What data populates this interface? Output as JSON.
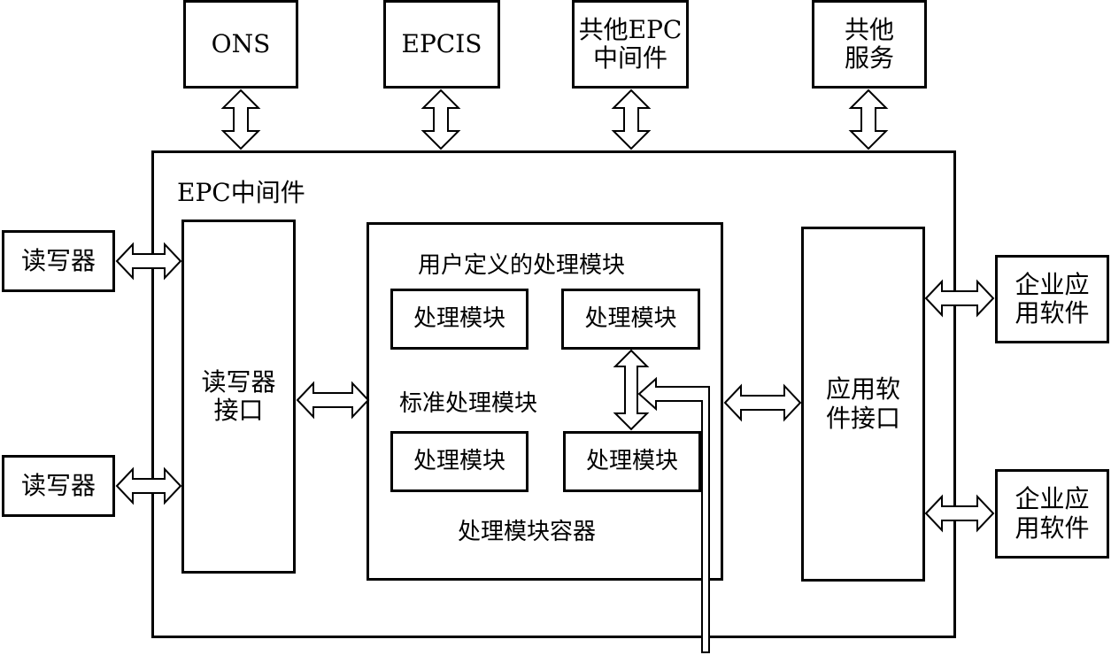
{
  "top_services": {
    "ons": "ONS",
    "epcis": "EPCIS",
    "other_middleware": [
      "共他EPC",
      "中间件"
    ],
    "other_services": [
      "共他",
      "服务"
    ]
  },
  "main": {
    "title": "EPC中间件",
    "reader_interface": [
      "读写器",
      "接口"
    ],
    "container": {
      "user_defined_title": "用户定义的处理模块",
      "standard_title": "标准处理模块",
      "module_label": "处理模块",
      "container_label": "处理模块容器"
    },
    "app_interface": [
      "应用软",
      "件接口"
    ]
  },
  "left": {
    "reader_top": "读写器",
    "reader_bottom": "读写器"
  },
  "right": {
    "enterprise_top": [
      "企业应",
      "用软件"
    ],
    "enterprise_bottom": [
      "企业应",
      "用软件"
    ]
  }
}
